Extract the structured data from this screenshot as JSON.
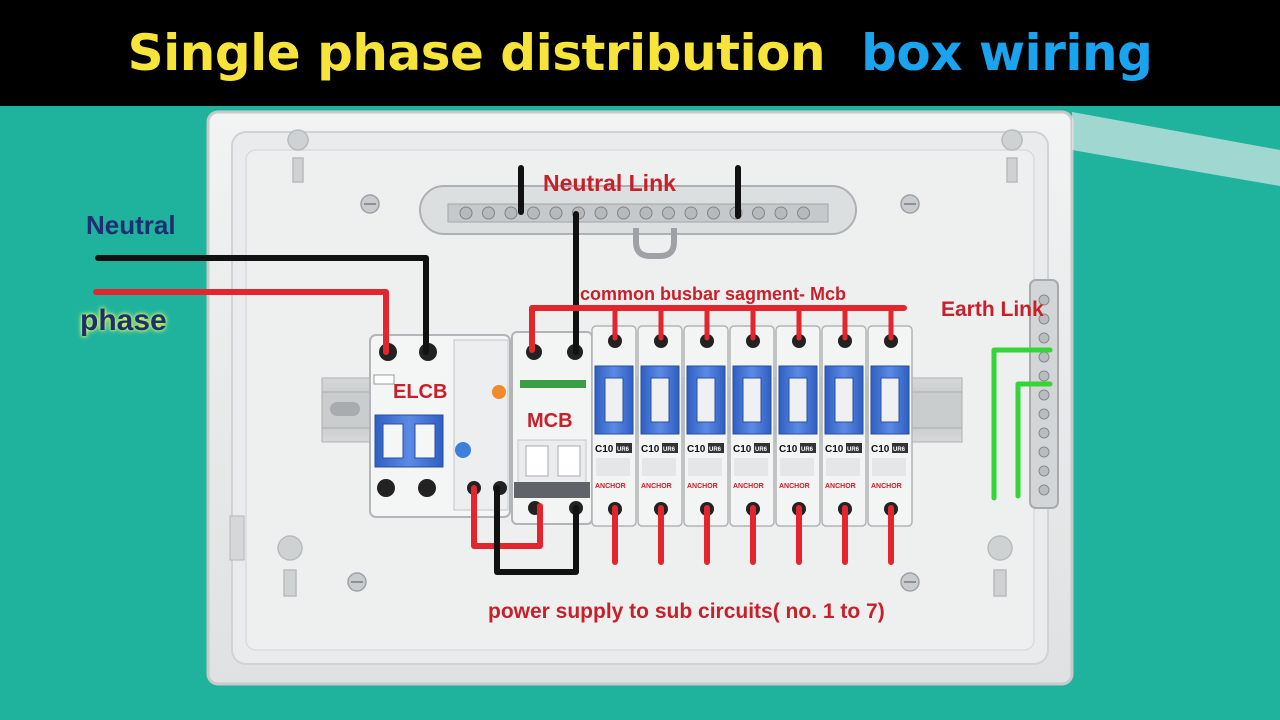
{
  "title": {
    "part1": "Single phase distribution",
    "part2": "box wiring"
  },
  "labels": {
    "neutral": "Neutral",
    "phase": "phase",
    "neutral_link": "Neutral Link",
    "busbar": "common busbar sagment- Mcb",
    "earth_link": "Earth Link",
    "elcb": "ELCB",
    "mcb": "MCB",
    "supply": "power supply to sub circuits( no. 1 to 7)"
  },
  "branch_breaker": {
    "rating": "C10",
    "badge": "UR6",
    "brand": "ANCHOR",
    "count": 7
  },
  "colors": {
    "background": "#1fb39e",
    "phase_wire": "#e3262d",
    "neutral_wire": "#111111",
    "earth_wire": "#35d43a",
    "breaker_blue": "#3b6fd1",
    "title_yellow": "#f7e43b",
    "title_blue": "#1aa3ee",
    "label_red": "#c8202a",
    "label_navy": "#1d2f70"
  }
}
